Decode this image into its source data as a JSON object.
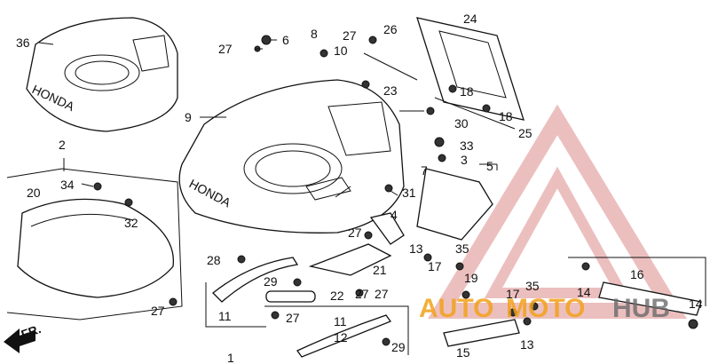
{
  "diagram": {
    "part_labels": [
      "36",
      "2",
      "20",
      "34",
      "32",
      "27",
      "9",
      "27",
      "6",
      "8",
      "27",
      "10",
      "26",
      "24",
      "23",
      "18",
      "18",
      "27",
      "30",
      "25",
      "33",
      "3",
      "5",
      "7",
      "31",
      "4",
      "27",
      "13",
      "17",
      "35",
      "28",
      "21",
      "29",
      "22",
      "27",
      "27",
      "11",
      "11",
      "12",
      "29",
      "1",
      "19",
      "17",
      "35",
      "13",
      "14",
      "16",
      "14",
      "15"
    ],
    "watermark": {
      "brand_a": "AUTO",
      "brand_b": "MOTO",
      "brand_c": "HUB"
    },
    "direction_label": "FR.",
    "deck_text": "HONDA",
    "colors": {
      "ink": "#111111",
      "watermark_red": "#e23b3b",
      "watermark_orange": "#f2a21b",
      "watermark_gray": "#6b6b6b"
    }
  }
}
